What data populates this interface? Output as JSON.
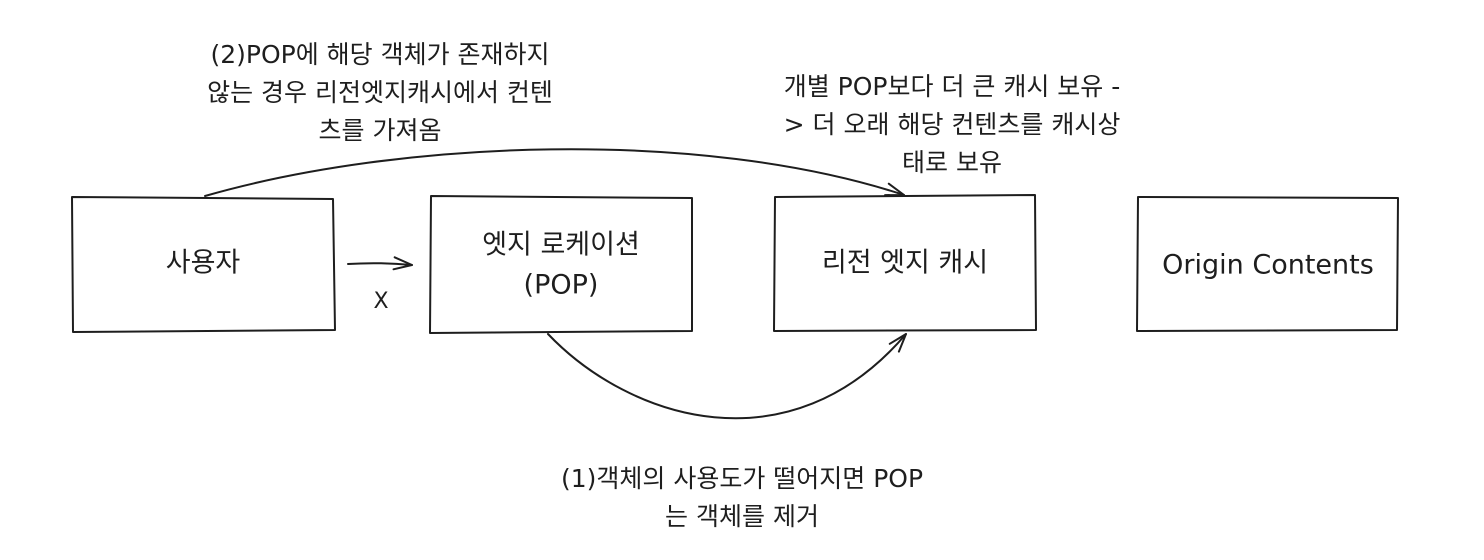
{
  "nodes": {
    "user": {
      "label": "사용자"
    },
    "edge_location": {
      "label_line1": "엣지 로케이션",
      "label_line2": "(POP)"
    },
    "regional_edge_cache": {
      "label": "리전 엣지 캐시"
    },
    "origin": {
      "label": "Origin Contents"
    }
  },
  "edges": {
    "user_to_pop": {
      "mark": "X"
    }
  },
  "annotations": {
    "miss_note": {
      "lines": [
        "(2)POP에 해당 객체가 존재하지",
        "않는 경우 리전엣지캐시에서 컨텐",
        "츠를 가져옴"
      ]
    },
    "cache_note": {
      "lines": [
        "개별 POP보다 더 큰 캐시 보유 -",
        "> 더 오래 해당 컨텐츠를 캐시상",
        "태로 보유"
      ]
    },
    "evict_note": {
      "lines": [
        "(1)객체의 사용도가 떨어지면 POP",
        "는 객체를 제거"
      ]
    }
  }
}
